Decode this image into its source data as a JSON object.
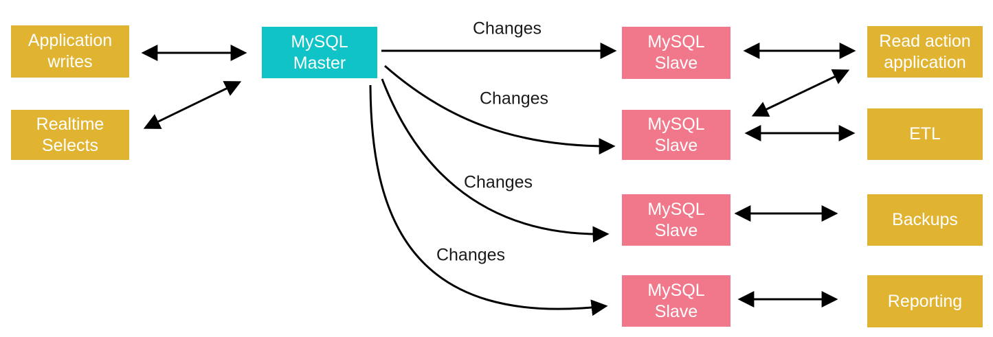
{
  "colors": {
    "teal": "#10C3C6",
    "yellow": "#E0B331",
    "pink": "#F1788A",
    "arrow": "#000000",
    "node_text": "#FFFFFF",
    "label_text": "#1A1A1A"
  },
  "nodes": {
    "app_writes": {
      "label": "Application\nwrites"
    },
    "realtime_selects": {
      "label": "Realtime\nSelects"
    },
    "master": {
      "label": "MySQL\nMaster"
    },
    "slave1": {
      "label": "MySQL\nSlave"
    },
    "slave2": {
      "label": "MySQL\nSlave"
    },
    "slave3": {
      "label": "MySQL\nSlave"
    },
    "slave4": {
      "label": "MySQL\nSlave"
    },
    "read_action": {
      "label": "Read action\napplication"
    },
    "etl": {
      "label": "ETL"
    },
    "backups": {
      "label": "Backups"
    },
    "reporting": {
      "label": "Reporting"
    }
  },
  "edge_labels": {
    "changes1": "Changes",
    "changes2": "Changes",
    "changes3": "Changes",
    "changes4": "Changes"
  }
}
